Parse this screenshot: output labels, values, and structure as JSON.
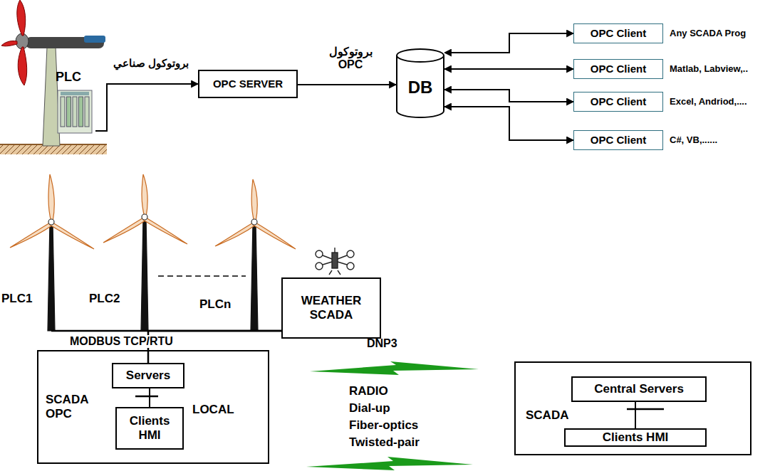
{
  "diagram": {
    "nodes": [
      {
        "text": [
          "PLC"
        ]
      },
      {
        "text": [
          "OPC SERVER"
        ]
      },
      {
        "text": [
          "DB"
        ]
      },
      {
        "text": [
          "OPC Client",
          "Any SCADA Prog"
        ]
      },
      {
        "text": [
          "OPC Client",
          "Matlab, Labview,.."
        ]
      },
      {
        "text": [
          "OPC Client",
          "Excel, Andriod,...."
        ]
      },
      {
        "text": [
          "OPC Client",
          "C#, VB,......"
        ]
      },
      {
        "text": [
          "WEATHER SCADA"
        ]
      },
      {
        "text": [
          "SCADA OPC",
          "LOCAL"
        ]
      },
      {
        "text": [
          "Servers"
        ],
        "in": 8
      },
      {
        "text": [
          "Clients HMI"
        ],
        "in": 8
      },
      {
        "text": [
          "SCADA"
        ]
      },
      {
        "text": [
          "Central Servers"
        ],
        "in": 11
      },
      {
        "text": [
          "Clients HMI"
        ],
        "in": 11
      }
    ],
    "edges": [
      {
        "from": 0,
        "to": 1,
        "arrow": "to",
        "label": "بروتوكول صناعي"
      },
      {
        "from": 1,
        "to": 2,
        "arrow": "to",
        "label": "بروتوكول OPC"
      },
      {
        "from": 2,
        "to": 3,
        "arrow": "both"
      },
      {
        "from": 2,
        "to": 4,
        "arrow": "both"
      },
      {
        "from": 2,
        "to": 5,
        "arrow": "both"
      },
      {
        "from": 2,
        "to": 6,
        "arrow": "both"
      },
      {
        "from": 7,
        "to": 9,
        "arrow": "none"
      },
      {
        "from": 9,
        "to": 10,
        "arrow": "none"
      },
      {
        "from": 12,
        "to": 13,
        "arrow": "none"
      }
    ],
    "labels": [
      "PLC1",
      "PLC2",
      "PLCn",
      "MODBUS TCP/RTU",
      "DNP3",
      "RADIO",
      "Dial-up",
      "Fiber-optics",
      "Twisted-pair"
    ]
  }
}
